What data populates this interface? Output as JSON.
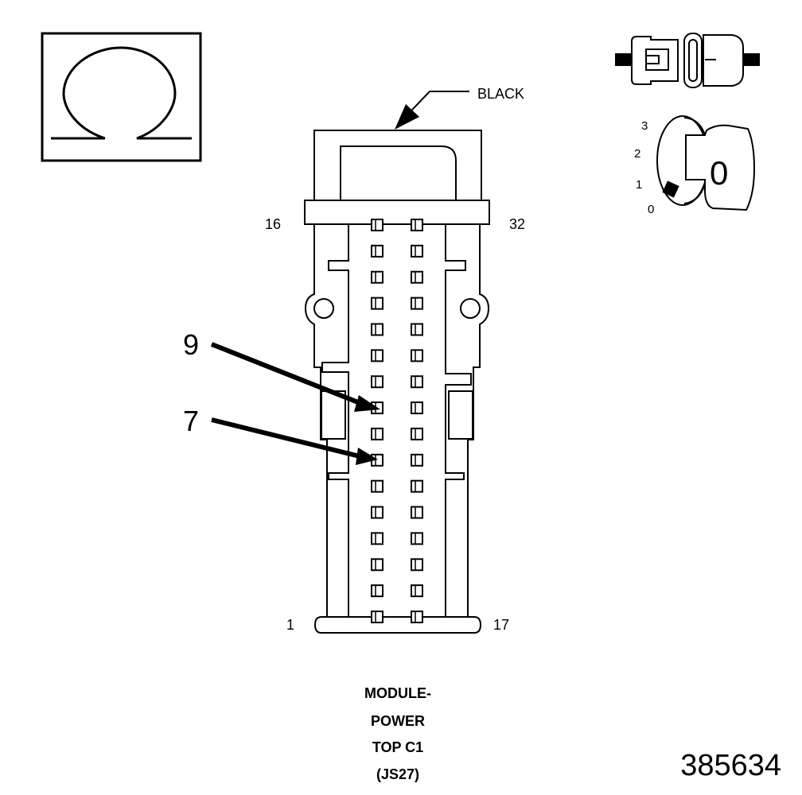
{
  "ohm_symbol": {
    "glyph": "ohm-symbol-icon"
  },
  "connector": {
    "color_label": "BLACK",
    "pin_labels": {
      "top_left": "16",
      "top_right": "32",
      "bottom_left": "1",
      "bottom_right": "17"
    },
    "rows": 16,
    "columns": 2,
    "callouts": [
      {
        "label": "9",
        "target_pin": 9
      },
      {
        "label": "7",
        "target_pin": 7
      }
    ]
  },
  "ignition_key": {
    "positions": [
      "3",
      "2",
      "1",
      "0"
    ],
    "key_label": "0"
  },
  "caption": {
    "lines": [
      "MODULE-",
      "POWER",
      "TOP C1",
      "(JS27)"
    ]
  },
  "figure_id": "385634"
}
